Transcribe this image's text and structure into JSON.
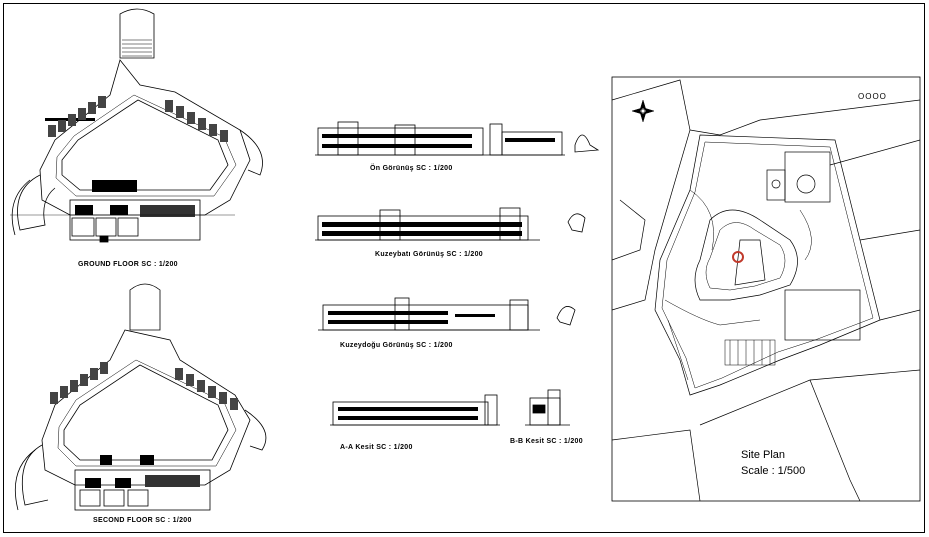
{
  "drawing": {
    "plans": [
      {
        "label": "GROUND FLOOR  SC : 1/200"
      },
      {
        "label": "SECOND FLOOR  SC : 1/200"
      }
    ],
    "elevations": [
      {
        "label": "Ön Görünüş  SC : 1/200"
      },
      {
        "label": "Kuzeybatı Görünüş  SC : 1/200"
      },
      {
        "label": "Kuzeydoğu Görünüş  SC : 1/200"
      },
      {
        "label": "A-A Kesit  SC : 1/200"
      },
      {
        "label": "B-B Kesit  SC : 1/200"
      }
    ],
    "site_plan": {
      "title": "Site Plan",
      "scale": "Scale : 1/500",
      "marker_text": "OOOO",
      "highlight_color": "#c0392b"
    }
  }
}
